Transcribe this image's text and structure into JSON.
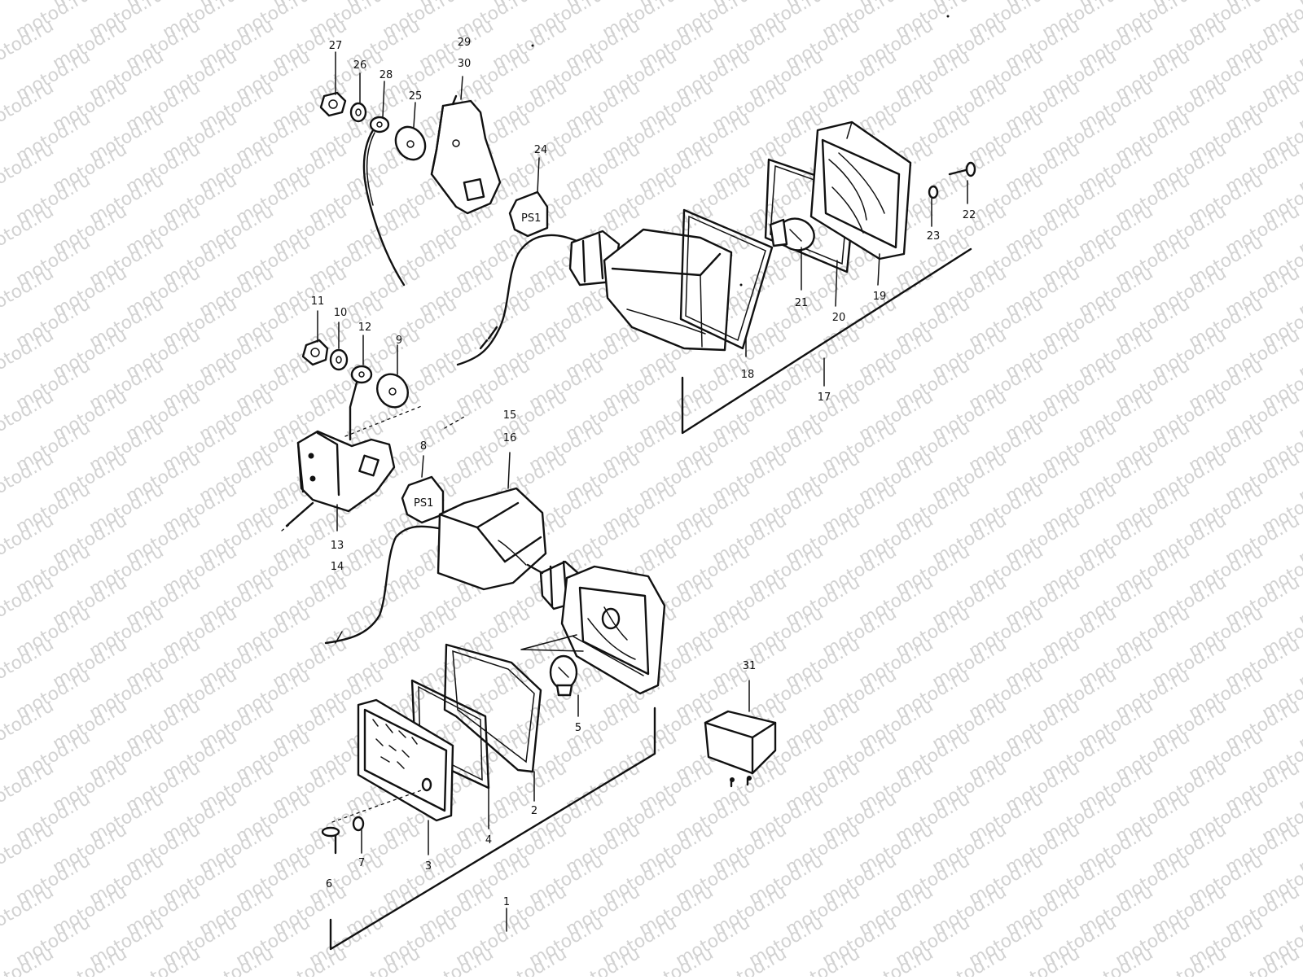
{
  "watermark": {
    "text": "motod.ru",
    "color": "#d2d2d2"
  },
  "part_labels": [
    {
      "id": "1",
      "text": "1"
    },
    {
      "id": "2",
      "text": "2"
    },
    {
      "id": "3",
      "text": "3"
    },
    {
      "id": "4",
      "text": "4"
    },
    {
      "id": "5",
      "text": "5"
    },
    {
      "id": "6",
      "text": "6"
    },
    {
      "id": "7",
      "text": "7"
    },
    {
      "id": "8",
      "text": "8"
    },
    {
      "id": "9",
      "text": "9"
    },
    {
      "id": "10",
      "text": "10"
    },
    {
      "id": "11",
      "text": "11"
    },
    {
      "id": "12",
      "text": "12"
    },
    {
      "id": "13",
      "text": "13"
    },
    {
      "id": "14",
      "text": "14"
    },
    {
      "id": "15",
      "text": "15"
    },
    {
      "id": "16",
      "text": "16"
    },
    {
      "id": "17",
      "text": "17"
    },
    {
      "id": "18",
      "text": "18"
    },
    {
      "id": "19",
      "text": "19"
    },
    {
      "id": "20",
      "text": "20"
    },
    {
      "id": "21",
      "text": "21"
    },
    {
      "id": "22",
      "text": "22"
    },
    {
      "id": "23",
      "text": "23"
    },
    {
      "id": "24",
      "text": "24"
    },
    {
      "id": "25",
      "text": "25"
    },
    {
      "id": "26",
      "text": "26"
    },
    {
      "id": "27",
      "text": "27"
    },
    {
      "id": "28",
      "text": "28"
    },
    {
      "id": "29",
      "text": "29"
    },
    {
      "id": "30",
      "text": "30"
    },
    {
      "id": "31",
      "text": "31"
    }
  ],
  "grommet_marking": "PS1"
}
